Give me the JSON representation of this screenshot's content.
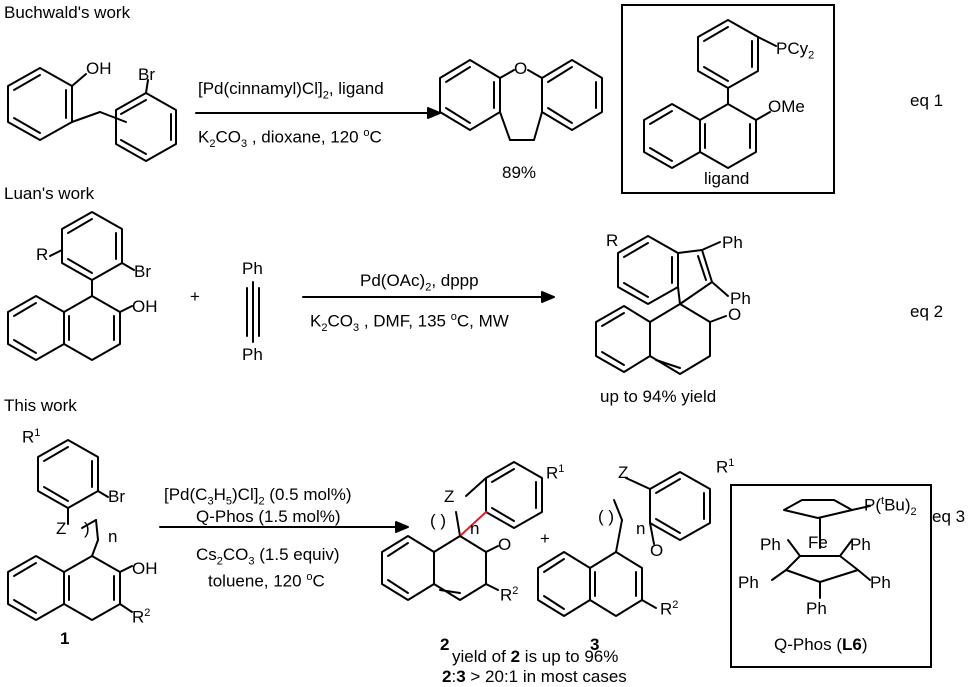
{
  "sections": {
    "buchwald": "Buchwald's work",
    "luan": "Luan's work",
    "this_work": "This work"
  },
  "eq1": {
    "reagent_top": "[Pd(cinnamyl)Cl]2, ligand",
    "reagent_bottom": "K2CO3 , dioxane, 120 oC",
    "yield": "89%",
    "ligand_label": "ligand",
    "ligand_groups": [
      "PCy2",
      "OMe"
    ],
    "substrate_groups": [
      "OH",
      "Br"
    ],
    "product_atom": "O",
    "eq_label": "eq 1"
  },
  "eq2": {
    "plus": "+",
    "alkyne_groups": [
      "Ph",
      "Ph"
    ],
    "reagent_top": "Pd(OAc)2, dppp",
    "reagent_bottom": "K2CO3 , DMF, 135 oC, MW",
    "substrate_groups": [
      "R",
      "Br",
      "OH"
    ],
    "product_groups": [
      "R",
      "Ph",
      "Ph",
      "O"
    ],
    "yield": "up to 94% yield",
    "eq_label": "eq 2"
  },
  "eq3": {
    "reagent_1": "[Pd(C3H5)Cl]2 (0.5 mol%)",
    "reagent_2": "Q-Phos (1.5 mol%)",
    "reagent_3": "Cs2CO3 (1.5 equiv)",
    "reagent_4": "toluene, 120 oC",
    "substrate_groups": [
      "R1",
      "Br",
      "Z",
      "n",
      "OH",
      "R2"
    ],
    "substrate_number": "1",
    "product2_groups": [
      "Z",
      "R1",
      "n",
      "O",
      "R2"
    ],
    "product2_number": "2",
    "plus": "+",
    "product3_groups": [
      "Z",
      "R1",
      "n",
      "O",
      "R2"
    ],
    "product3_number": "3",
    "result_1": "yield of 2 is up to 96%",
    "result_2": "2:3 > 20:1 in most cases",
    "qphos_groups": [
      "P(tBu)2",
      "Fe",
      "Ph",
      "Ph",
      "Ph",
      "Ph",
      "Ph"
    ],
    "qphos_label": "Q-Phos (L6)",
    "eq_label": "eq 3"
  }
}
